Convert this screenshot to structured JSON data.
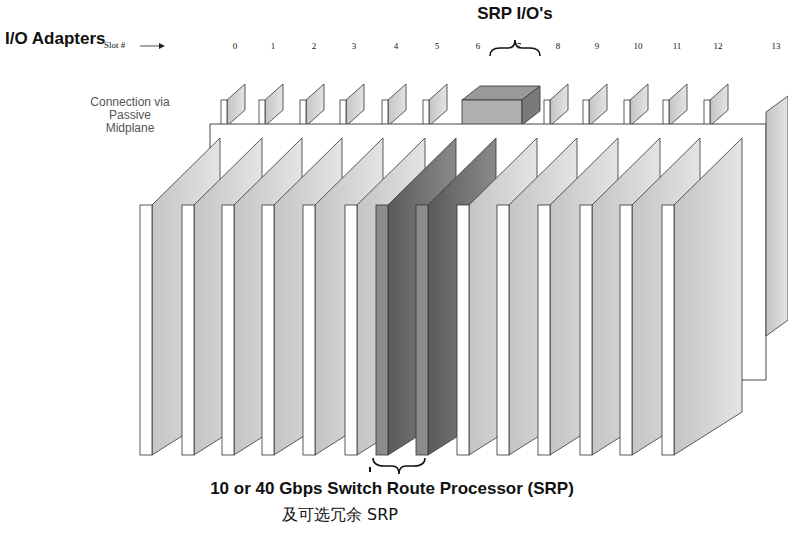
{
  "diagram": {
    "labels": [
      "SRP I/O's",
      "I/O Adapters",
      "Slot #",
      "0",
      "1",
      "2",
      "3",
      "4",
      "5",
      "6",
      "7",
      "8",
      "9",
      "10",
      "11",
      "12",
      "13",
      "Connection via Passive Midplane",
      "10 or 40 Gbps Switch Route Processor (SRP)",
      "及可选冗余 SRP"
    ]
  }
}
